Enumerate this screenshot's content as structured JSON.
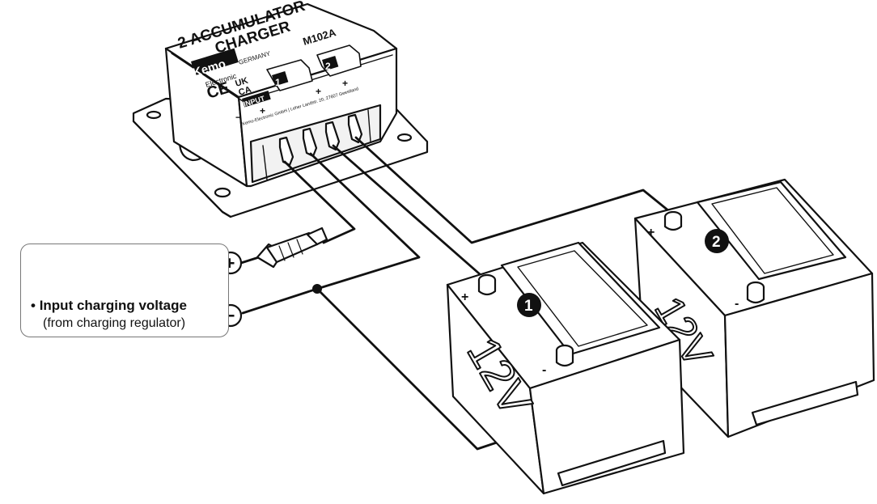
{
  "charger": {
    "title_line1": "2 ACCUMULATOR",
    "title_line2": "CHARGER",
    "model": "M102A",
    "brand": "Kemo",
    "brand_sub": "Electronic",
    "country": "GERMANY",
    "marks_ce": "CE",
    "marks_ukca_top": "UK",
    "marks_ukca_bottom": "CA",
    "input_label": "INPUT",
    "output1_label": "1",
    "output2_label": "2",
    "plus": "+",
    "minus": "−",
    "address": "Kemo-Electronic GmbH | Leher Landstr. 20, 27607 Geestland"
  },
  "input": {
    "plus_symbol": "+",
    "minus_symbol": "−",
    "bullet": "•",
    "label_bold": "Input charging voltage",
    "label_sub": "(from charging regulator)"
  },
  "battery1": {
    "number": "1",
    "voltage": "12V",
    "plus": "+",
    "minus": "-"
  },
  "battery2": {
    "number": "2",
    "voltage": "12V",
    "plus": "+",
    "minus": "-"
  },
  "colors": {
    "line": "#111111",
    "fill": "#ffffff",
    "shade": "#e6e6e6",
    "dark": "#222222"
  }
}
